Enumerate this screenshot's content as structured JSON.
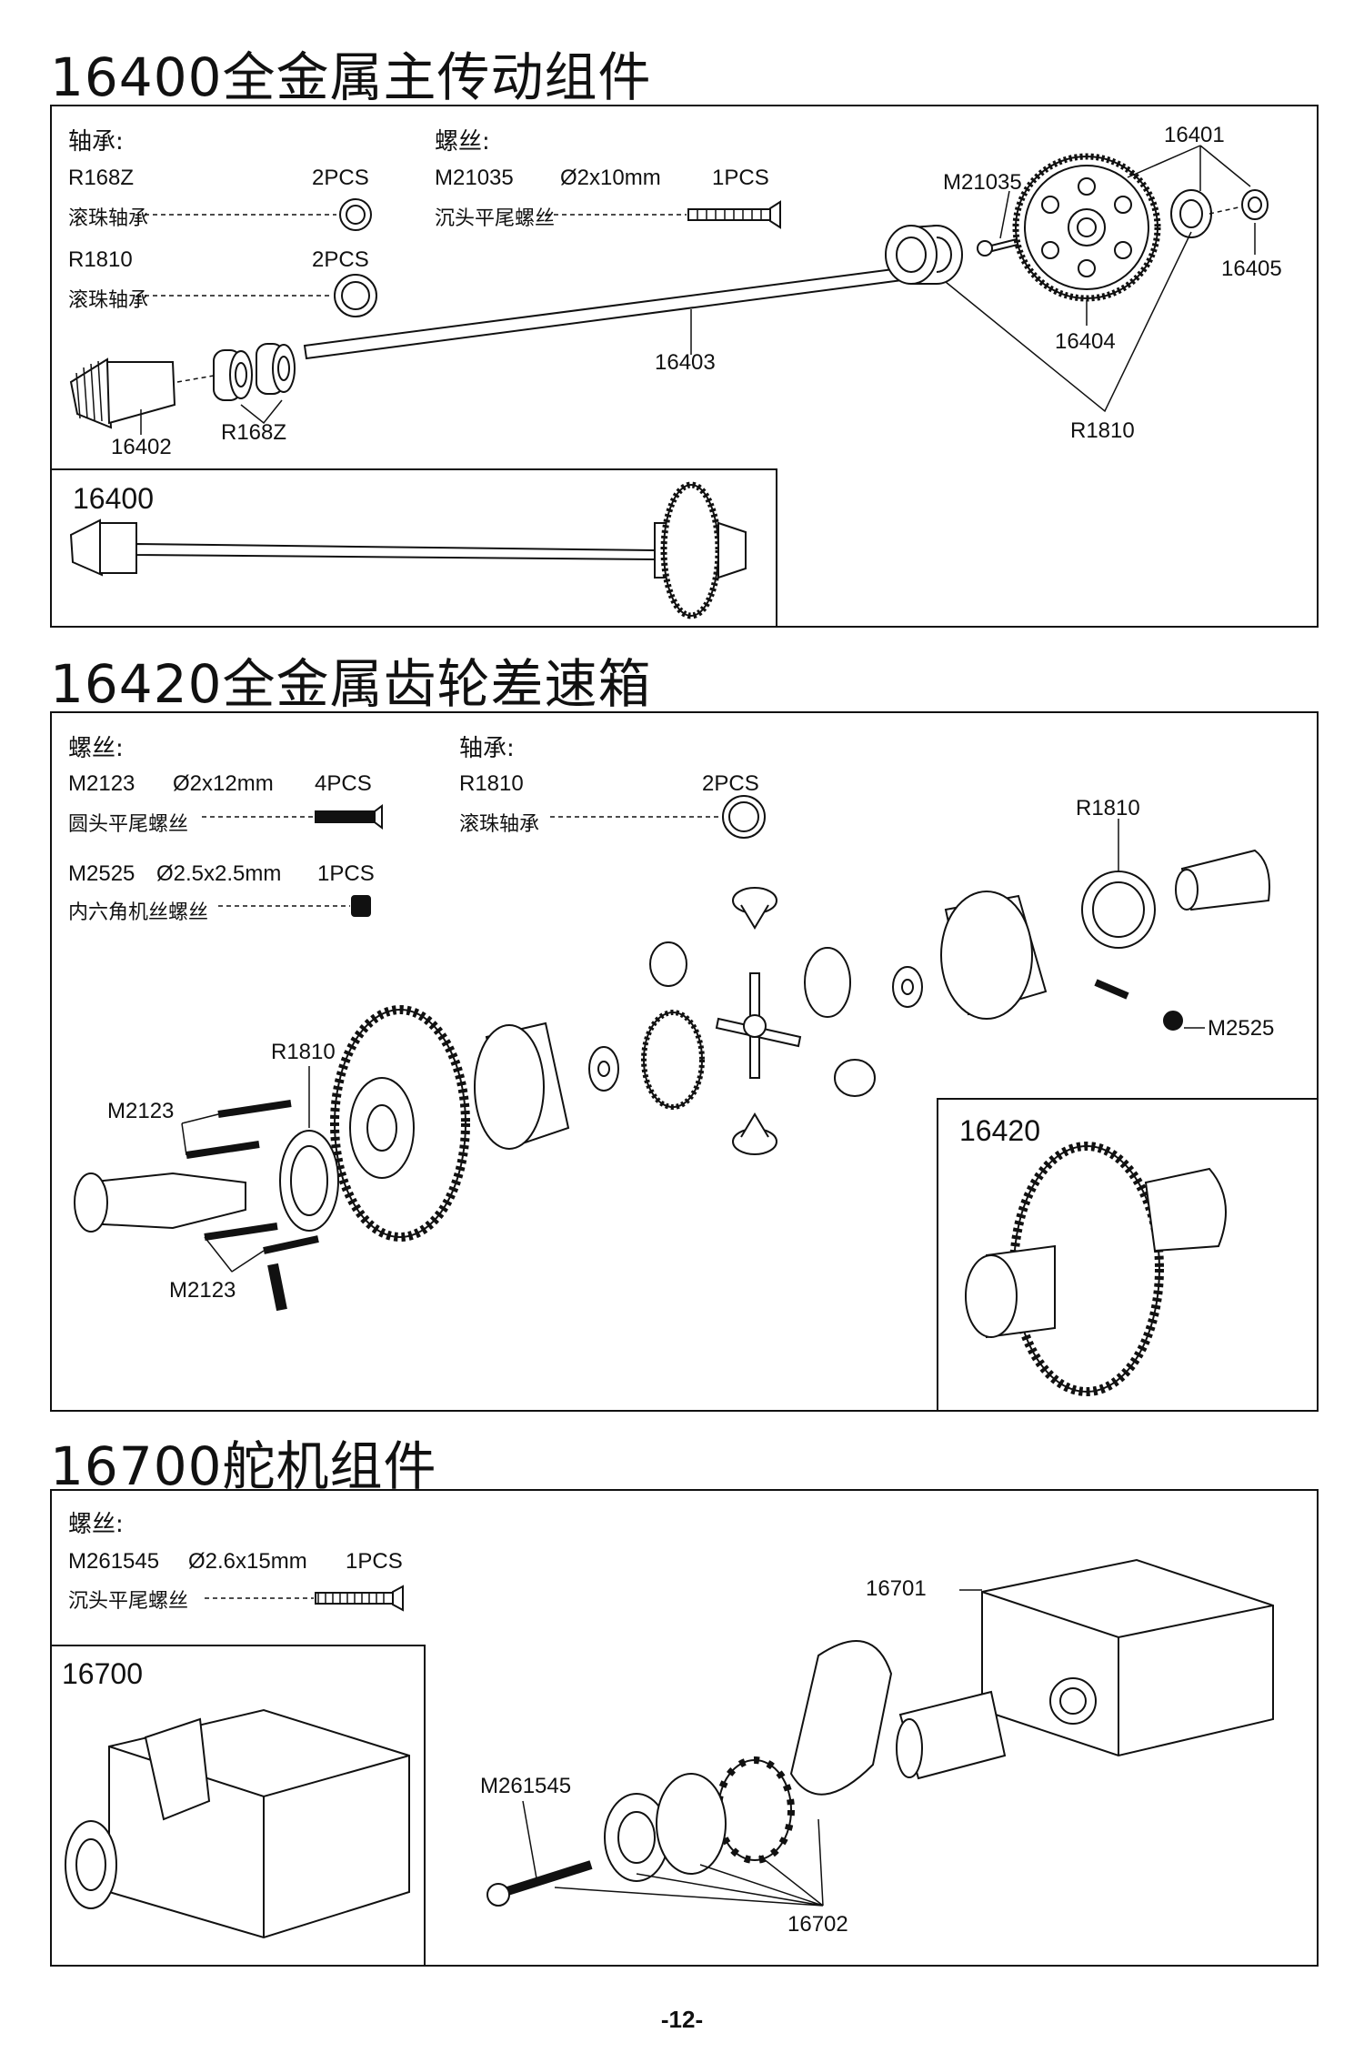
{
  "sections": [
    {
      "title": "16400全金属主传动组件",
      "left_heading": "轴承:",
      "right_heading": "螺丝:",
      "bearings": [
        {
          "code": "R168Z",
          "qty": "2PCS",
          "desc": "滚珠轴承"
        },
        {
          "code": "R1810",
          "qty": "2PCS",
          "desc": "滚珠轴承"
        }
      ],
      "screws": [
        {
          "code": "M21035",
          "size": "Ø2x10mm",
          "qty": "1PCS",
          "desc": "沉头平尾螺丝"
        }
      ],
      "callouts": {
        "p16401": "16401",
        "m21035": "M21035",
        "p16405": "16405",
        "p16404": "16404",
        "p16403": "16403",
        "p16402": "16402",
        "r168z": "R168Z",
        "r1810": "R1810"
      },
      "assembly_label": "16400"
    },
    {
      "title": "16420全金属齿轮差速箱",
      "left_heading": "螺丝:",
      "right_heading": "轴承:",
      "screws": [
        {
          "code": "M2123",
          "size": "Ø2x12mm",
          "qty": "4PCS",
          "desc": "圆头平尾螺丝"
        },
        {
          "code": "M2525",
          "size": "Ø2.5x2.5mm",
          "qty": "1PCS",
          "desc": "内六角机丝螺丝"
        }
      ],
      "bearings": [
        {
          "code": "R1810",
          "qty": "2PCS",
          "desc": "滚珠轴承"
        }
      ],
      "callouts": {
        "r1810_right": "R1810",
        "m2525": "M2525",
        "r1810_left": "R1810",
        "m2123_top": "M2123",
        "m2123_bottom": "M2123"
      },
      "assembly_label": "16420"
    },
    {
      "title": "16700舵机组件",
      "left_heading": "螺丝:",
      "screws": [
        {
          "code": "M261545",
          "size": "Ø2.6x15mm",
          "qty": "1PCS",
          "desc": "沉头平尾螺丝"
        }
      ],
      "callouts": {
        "p16701": "16701",
        "m261545": "M261545",
        "p16702": "16702"
      },
      "assembly_label": "16700"
    }
  ],
  "page_number": "-12-"
}
